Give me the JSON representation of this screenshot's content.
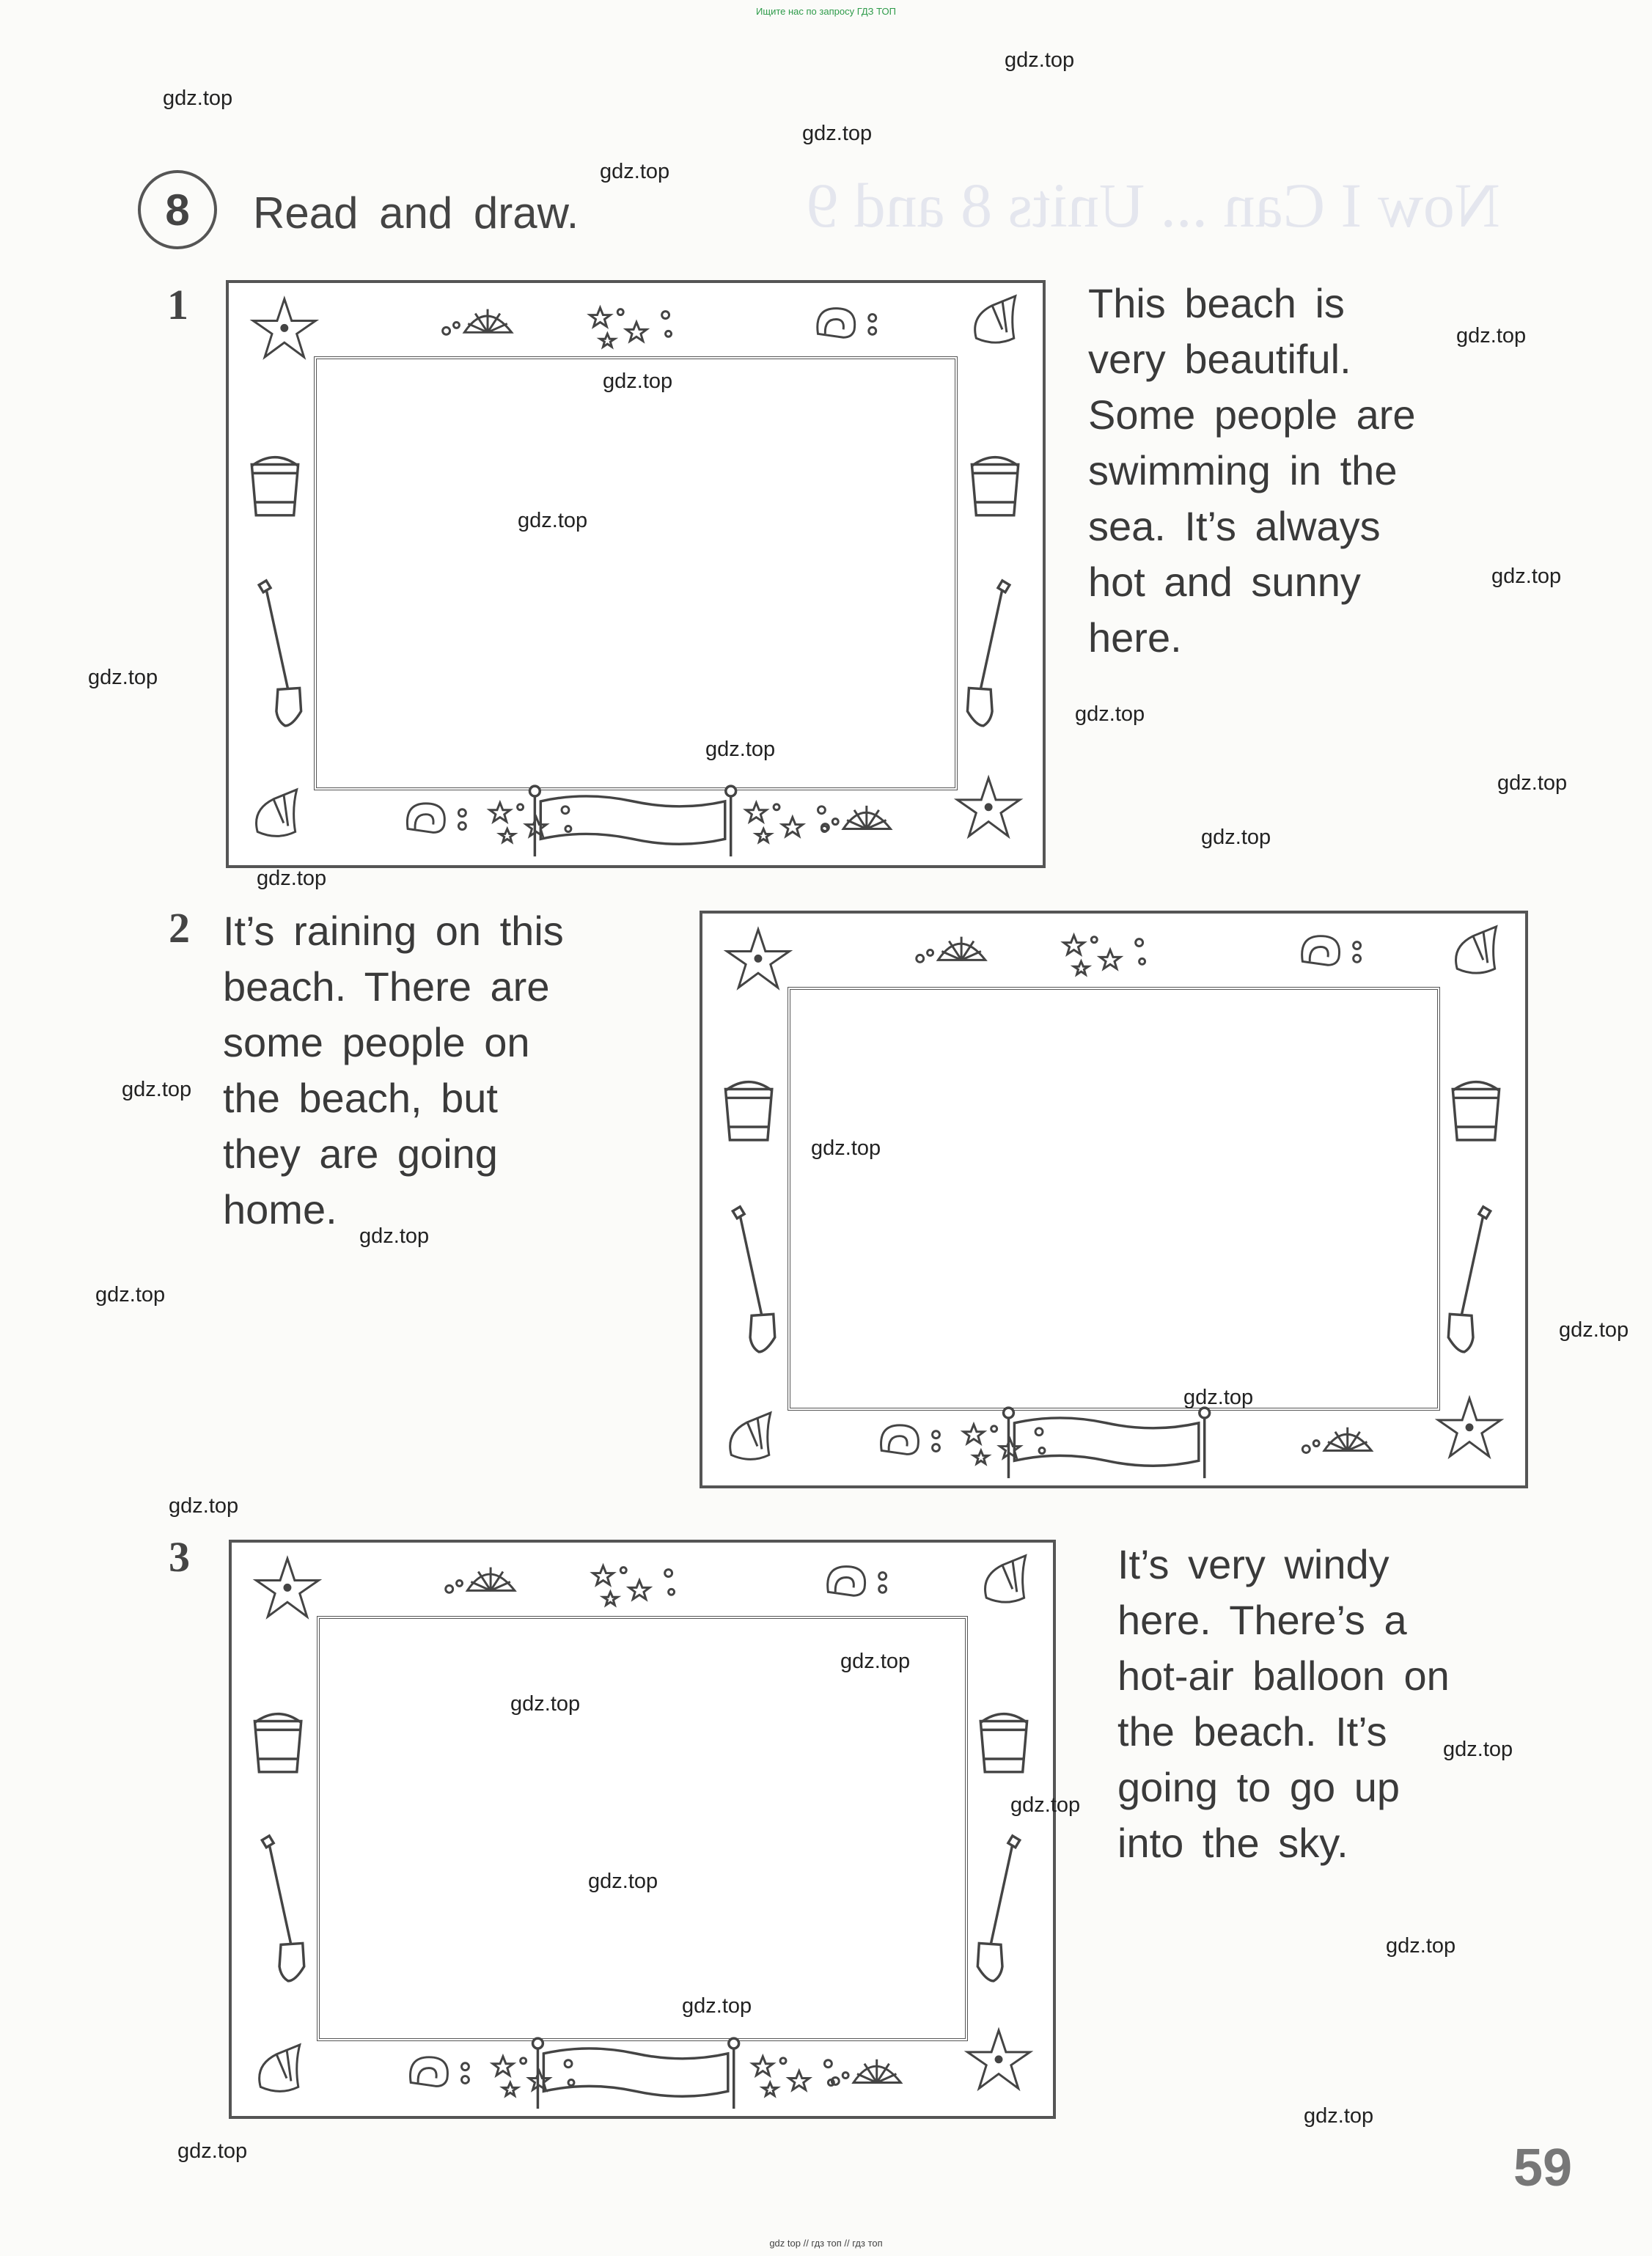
{
  "header_link": "Ищите нас по запросу ГДЗ ТОП",
  "footer_links": "gdz top  //  гдз топ  //  гдз топ",
  "watermark": "gdz.top",
  "ghost_heading": "Now I Can ... Units 8 and 9",
  "exercise": {
    "number": "8",
    "instruction": "Read and draw."
  },
  "tasks": [
    {
      "number": "1",
      "lines": [
        "This beach is",
        "very beautiful.",
        "Some people are",
        "swimming in the",
        "sea. It’s always",
        "hot and sunny",
        "here."
      ]
    },
    {
      "number": "2",
      "lines": [
        "It’s raining on this",
        "beach. There are",
        "some people on",
        "the beach, but",
        "they are going",
        "home."
      ]
    },
    {
      "number": "3",
      "lines": [
        "It’s very windy",
        "here. There’s a",
        "hot-air balloon on",
        "the beach. It’s",
        "going to go up",
        "into the sky."
      ]
    }
  ],
  "page_number": "59",
  "icons": [
    "starfish-icon",
    "shell-icon",
    "bucket-icon",
    "spade-icon",
    "sign-icon"
  ]
}
